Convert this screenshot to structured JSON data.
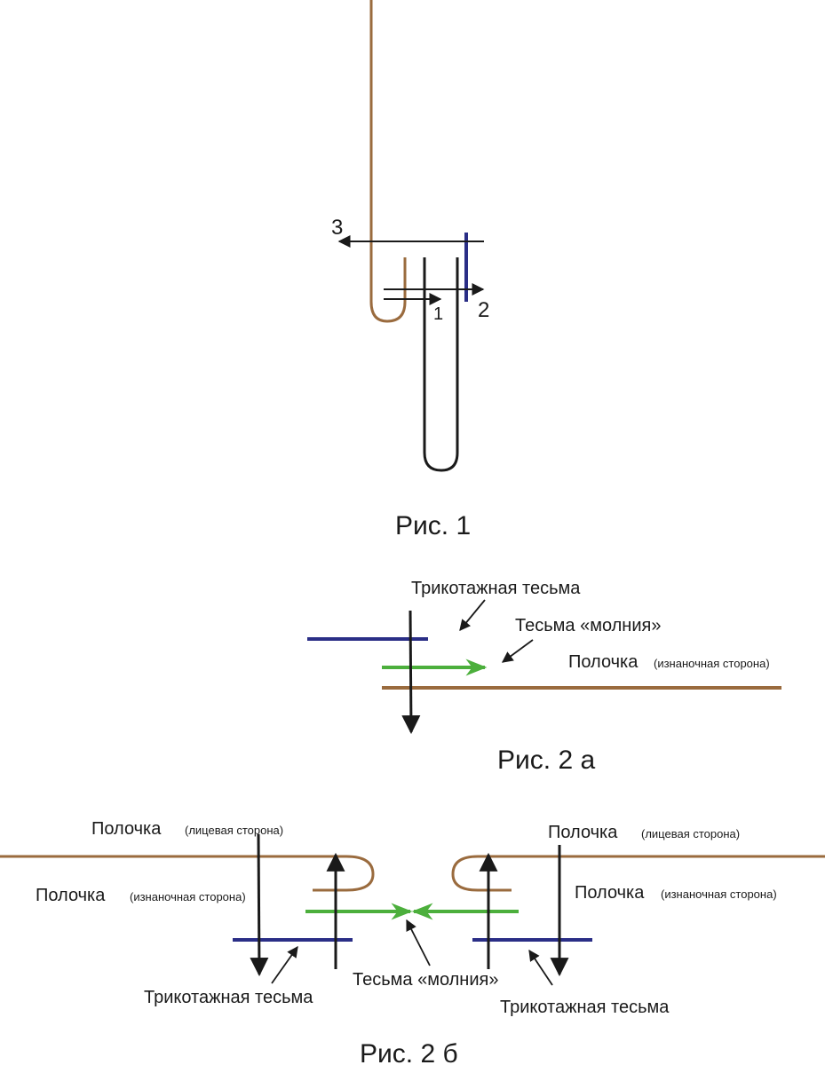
{
  "colors": {
    "shelf": "#9a6b3e",
    "knit_tape": "#2a2e86",
    "zipper": "#4caf3c",
    "stitch": "#1a1a1a"
  },
  "fig1": {
    "caption": "Рис. 1",
    "markers": {
      "m1": "1",
      "m2": "2",
      "m3": "3"
    }
  },
  "fig2a": {
    "caption": "Рис. 2 а",
    "knit_tape_label": "Трикотажная тесьма",
    "zipper_label": "Тесьма «молния»",
    "shelf_label": "Полочка",
    "shelf_note": "(изнаночная сторона)"
  },
  "fig2b": {
    "caption": "Рис. 2 б",
    "left": {
      "shelf_face_label": "Полочка",
      "shelf_face_note": "(лицевая сторона)",
      "shelf_back_label": "Полочка",
      "shelf_back_note": "(изнаночная сторона)",
      "knit_tape_label": "Трикотажная тесьма"
    },
    "right": {
      "shelf_face_label": "Полочка",
      "shelf_face_note": "(лицевая сторона)",
      "shelf_back_label": "Полочка",
      "shelf_back_note": "(изнаночная сторона)",
      "knit_tape_label": "Трикотажная тесьма"
    },
    "zipper_label": "Тесьма «молния»"
  }
}
